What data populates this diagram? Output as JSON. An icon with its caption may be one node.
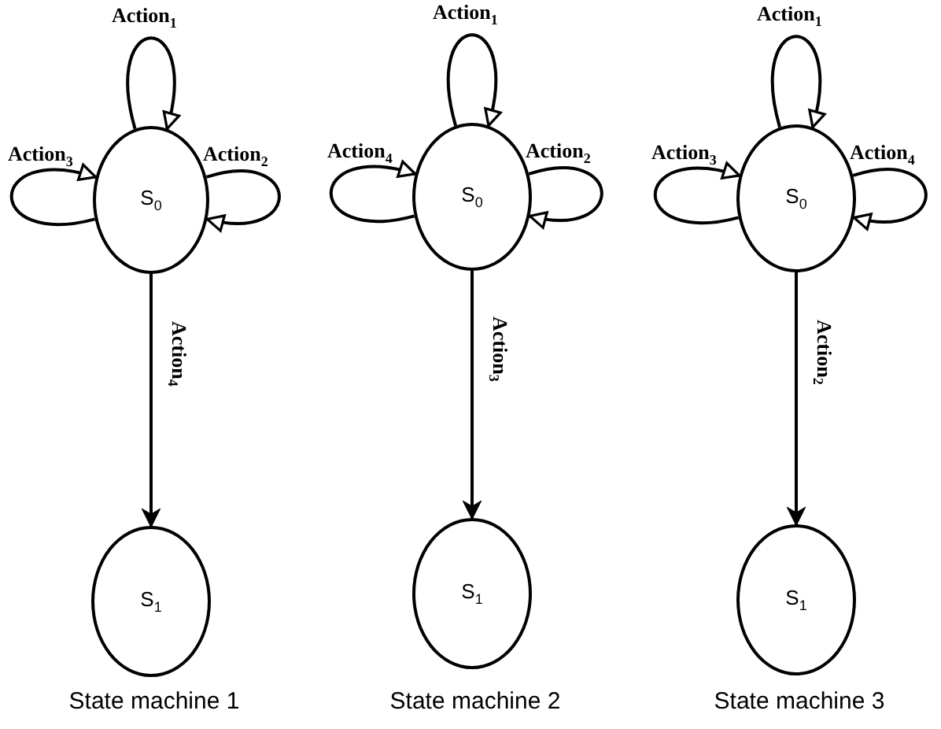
{
  "diagram": {
    "nodes": [
      {
        "text": [
          "S$_{0}$"
        ]
      },
      {
        "text": [
          "S$_{1}$"
        ]
      },
      {
        "text": [
          "S$_{0}$"
        ]
      },
      {
        "text": [
          "S$_{1}$"
        ]
      },
      {
        "text": [
          "S$_{0}$"
        ]
      },
      {
        "text": [
          "S$_{1}$"
        ]
      }
    ],
    "edges": [
      {
        "from": 0,
        "to": 0,
        "arrow": "to",
        "label": "Action$_{1}$"
      },
      {
        "from": 0,
        "to": 0,
        "arrow": "to",
        "label": "Action$_{3}$"
      },
      {
        "from": 0,
        "to": 0,
        "arrow": "to",
        "label": "Action$_{2}$"
      },
      {
        "from": 0,
        "to": 1,
        "arrow": "to",
        "label": "Action$_{4}$"
      },
      {
        "from": 2,
        "to": 2,
        "arrow": "to",
        "label": "Action$_{1}$"
      },
      {
        "from": 2,
        "to": 2,
        "arrow": "to",
        "label": "Action$_{4}$"
      },
      {
        "from": 2,
        "to": 2,
        "arrow": "to",
        "label": "Action$_{2}$"
      },
      {
        "from": 2,
        "to": 3,
        "arrow": "to",
        "label": "Action$_{3}$"
      },
      {
        "from": 4,
        "to": 4,
        "arrow": "to",
        "label": "Action$_{1}$"
      },
      {
        "from": 4,
        "to": 4,
        "arrow": "to",
        "label": "Action$_{3}$"
      },
      {
        "from": 4,
        "to": 4,
        "arrow": "to",
        "label": "Action$_{4}$"
      },
      {
        "from": 4,
        "to": 5,
        "arrow": "to",
        "label": "Action$_{2}$"
      }
    ],
    "labels": [
      "State machine 1",
      "State machine 2",
      "State machine 3"
    ]
  }
}
